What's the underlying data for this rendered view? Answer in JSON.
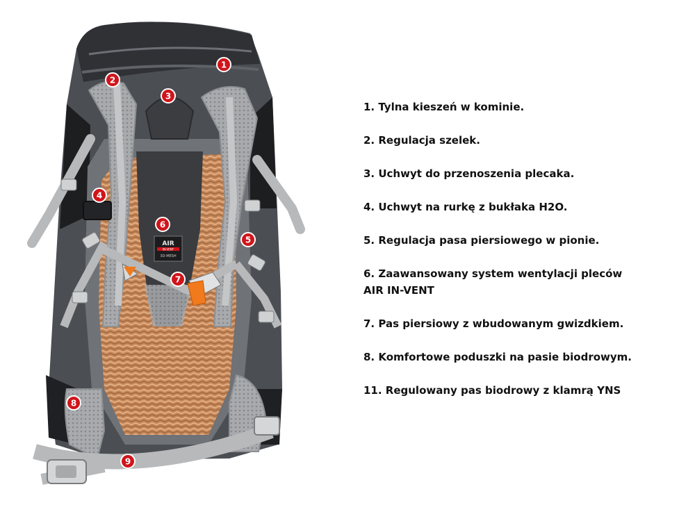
{
  "product_badge": {
    "line1": "AIR",
    "line2": "IN-VENT",
    "line3": "3D-MESH"
  },
  "markers": [
    "1",
    "2",
    "3",
    "4",
    "5",
    "6",
    "7",
    "8",
    "9"
  ],
  "features": [
    "1. Tylna kieszeń w kominie.",
    "2. Regulacja szelek.",
    "3. Uchwyt do przenoszenia plecaka.",
    "4. Uchwyt na rurkę z bukłaka H2O.",
    "5. Regulacja pasa piersiowego w pionie.",
    "6. Zaawansowany system wentylacji pleców AIR IN-VENT",
    "7. Pas piersiowy z wbudowanym gwizdkiem.",
    "8. Komfortowe poduszki na pasie biodrowym.",
    "11. Regulowany pas biodrowy z klamrą YNS"
  ],
  "colors": {
    "marker_fill": "#d0141b",
    "marker_text": "#ffffff",
    "mesh": "#c98a5c",
    "strap": "#a9abad",
    "body": "#4a4d52",
    "whistle": "#f07a1c"
  }
}
